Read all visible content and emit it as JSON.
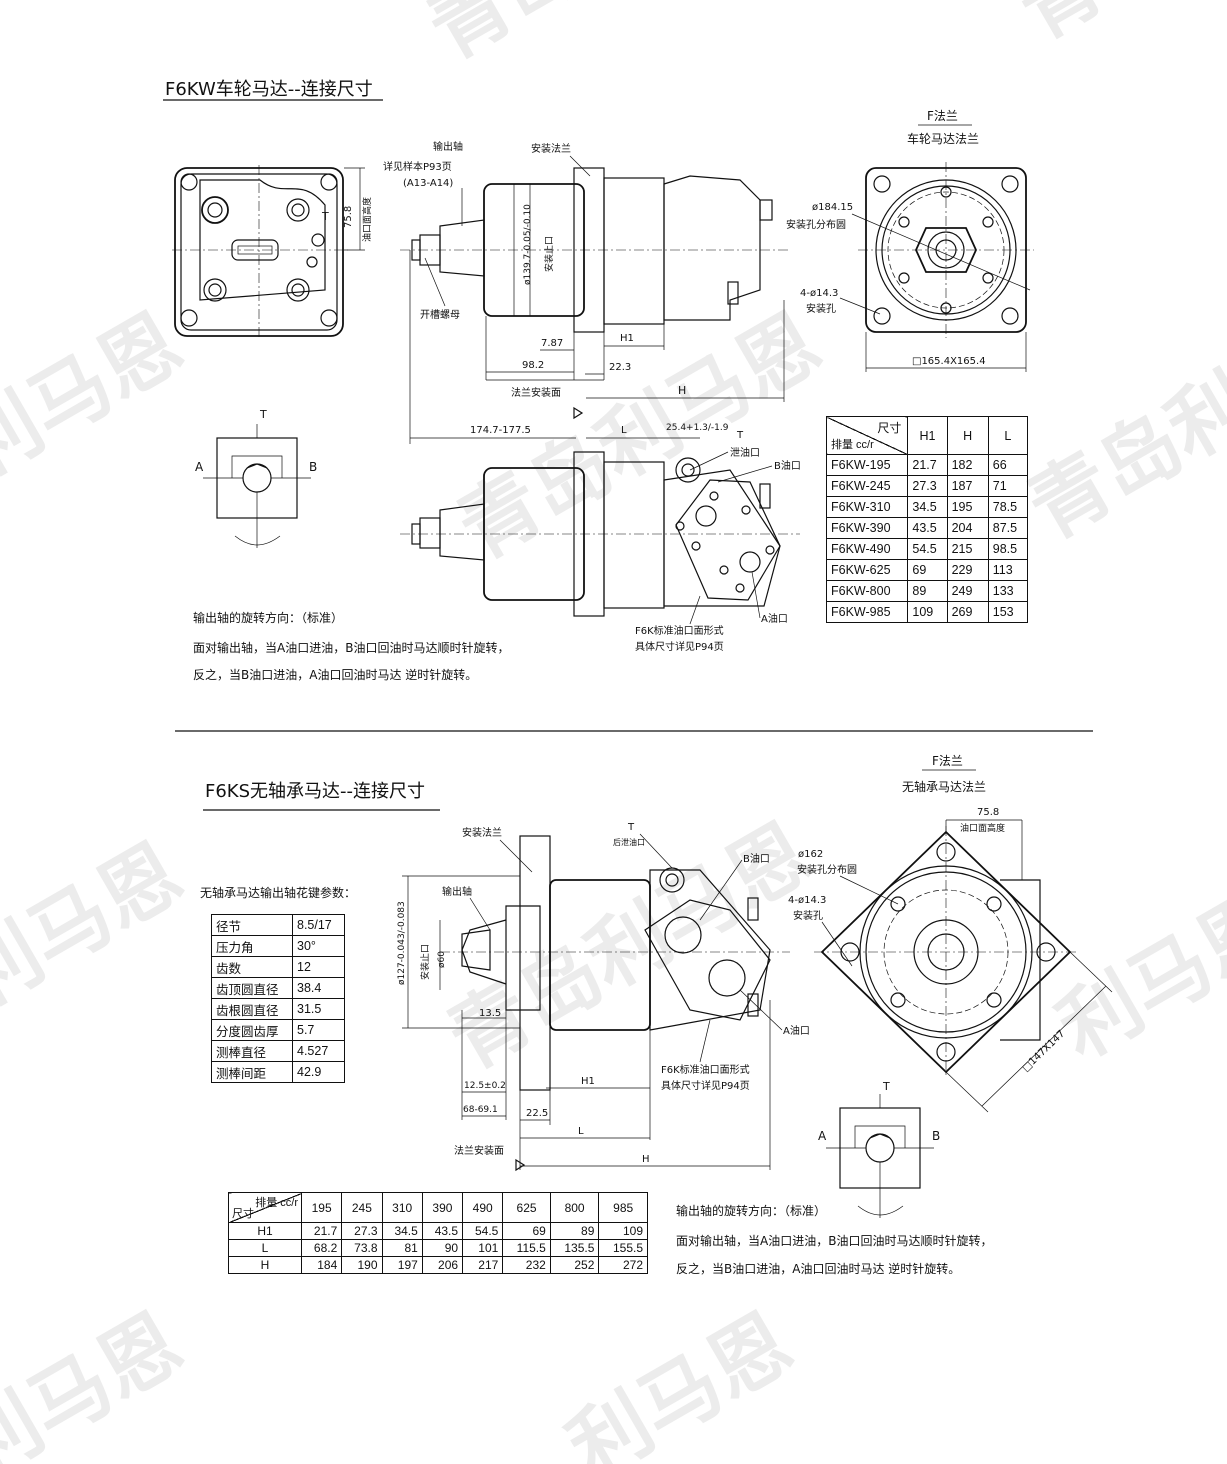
{
  "section1": {
    "title": "F6KW车轮马达--连接尺寸",
    "flange_heading": "F法兰",
    "flange_subheading": "车轮马达法兰",
    "labels": {
      "output_shaft": "输出轴",
      "shaft_ref": "详见样本P93页",
      "shaft_ref_range": "(A13-A14)",
      "slot_nut": "开槽螺母",
      "mount_flange": "安装法兰",
      "port_height_val": "75.8",
      "port_height": "油口面高度",
      "T": "T",
      "spigot_dia": "ø139.7-0.05/-0.10",
      "spigot": "安装止口",
      "d7_87": "7.87",
      "H1": "H1",
      "d98_2": "98.2",
      "d22_3": "22.3",
      "flange_face": "法兰安装面",
      "H": "H",
      "bolt_circle_val": "ø184.15",
      "bolt_circle": "安装孔分布圆",
      "holes_val": "4-ø14.3",
      "holes": "安装孔",
      "square": "□165.4X165.4",
      "d174": "174.7-177.5",
      "L": "L",
      "d25_4": "25.4+1.3/-1.9",
      "drain_T": "T",
      "drain": "泄油口",
      "B_port": "B油口",
      "A_port": "A油口",
      "port_std": "F6K标准油口面形式",
      "port_ref": "具体尺寸详见P94页",
      "A": "A",
      "B": "B"
    },
    "rotation": [
      "输出轴的旋转方向：（标准）",
      "面对输出轴，当A油口进油，B油口回油时马达顺时针旋转，",
      "反之，当B油口进油，A油口回油时马达 逆时针旋转。"
    ],
    "table": {
      "header_size": "尺寸",
      "header_disp": "排量 cc/r",
      "columns": [
        "H1",
        "H",
        "L"
      ],
      "rows": [
        [
          "F6KW-195",
          "21.7",
          "182",
          "66"
        ],
        [
          "F6KW-245",
          "27.3",
          "187",
          "71"
        ],
        [
          "F6KW-310",
          "34.5",
          "195",
          "78.5"
        ],
        [
          "F6KW-390",
          "43.5",
          "204",
          "87.5"
        ],
        [
          "F6KW-490",
          "54.5",
          "215",
          "98.5"
        ],
        [
          "F6KW-625",
          "69",
          "229",
          "113"
        ],
        [
          "F6KW-800",
          "89",
          "249",
          "133"
        ],
        [
          "F6KW-985",
          "109",
          "269",
          "153"
        ]
      ]
    }
  },
  "section2": {
    "title": "F6KS无轴承马达--连接尺寸",
    "flange_heading": "F法兰",
    "flange_subheading": "无轴承马达法兰",
    "spline_heading": "无轴承马达输出轴花键参数：",
    "spline": [
      [
        "径节",
        "8.5/17"
      ],
      [
        "压力角",
        "30°"
      ],
      [
        "齿数",
        "12"
      ],
      [
        "齿顶圆直径",
        "38.4"
      ],
      [
        "齿根圆直径",
        "31.5"
      ],
      [
        "分度圆齿厚",
        "5.7"
      ],
      [
        "测棒直径",
        "4.527"
      ],
      [
        "测棒间距",
        "42.9"
      ]
    ],
    "labels": {
      "mount_flange": "安装法兰",
      "output_shaft": "输出轴",
      "spigot_dia": "ø127-0.043/-0.083",
      "spigot": "安装止口",
      "d60": "ø60",
      "d13_5": "13.5",
      "d12_5": "12.5±0.2",
      "d68": "68-69.1",
      "d22_5": "22.5",
      "H1": "H1",
      "L": "L",
      "H": "H",
      "flange_face": "法兰安装面",
      "T": "T",
      "rear_drain": "后泄油口",
      "B_port": "B油口",
      "A_port": "A油口",
      "port_std": "F6K标准油口面形式",
      "port_ref": "具体尺寸详见P94页",
      "port_height_val": "75.8",
      "port_height": "油口面高度",
      "bolt_circle_val": "ø162",
      "bolt_circle": "安装孔分布圆",
      "holes_val": "4-ø14.3",
      "holes": "安装孔",
      "square": "□147X147",
      "A": "A",
      "B": "B"
    },
    "rotation": [
      "输出轴的旋转方向：（标准）",
      "面对输出轴，当A油口进油，B油口回油时马达顺时针旋转，",
      "反之，当B油口进油，A油口回油时马达 逆时针旋转。"
    ],
    "table": {
      "header_disp": "排量 cc/r",
      "header_size": "尺寸",
      "columns": [
        "195",
        "245",
        "310",
        "390",
        "490",
        "625",
        "800",
        "985"
      ],
      "rows": [
        [
          "H1",
          "21.7",
          "27.3",
          "34.5",
          "43.5",
          "54.5",
          "69",
          "89",
          "109"
        ],
        [
          "L",
          "68.2",
          "73.8",
          "81",
          "90",
          "101",
          "115.5",
          "135.5",
          "155.5"
        ],
        [
          "H",
          "184",
          "190",
          "197",
          "206",
          "217",
          "232",
          "252",
          "272"
        ]
      ]
    }
  },
  "watermark": [
    "青岛",
    "利马恩",
    "青岛利马恩",
    "青岛利",
    "利马恩",
    "青岛利马恩",
    "利马恩",
    "利马恩",
    "利马恩",
    "青岛利马恩"
  ]
}
